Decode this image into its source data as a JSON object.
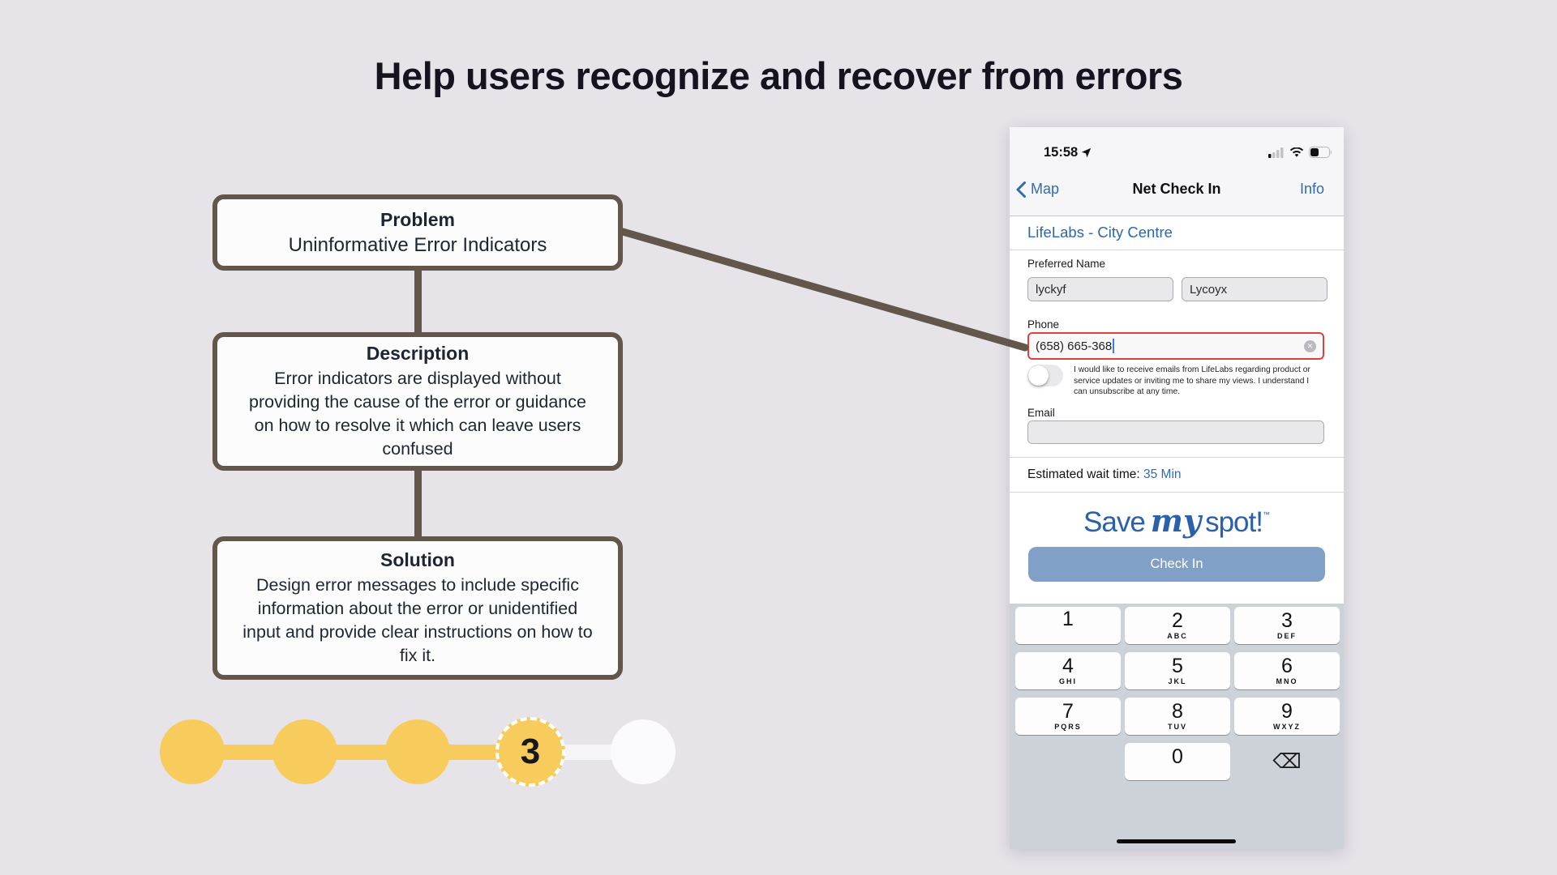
{
  "slide": {
    "title": "Help users recognize and recover from errors"
  },
  "flowchart": {
    "boxes": [
      {
        "heading": "Problem",
        "body": "Uninformative Error Indicators"
      },
      {
        "heading": "Description",
        "body": "Error indicators are displayed without providing the cause of the error or guidance on how to resolve it which can leave users confused"
      },
      {
        "heading": "Solution",
        "body": "Design error messages to include specific information about the error or unidentified input and provide clear instructions on how to fix it."
      }
    ],
    "progress": {
      "current_step_label": "3",
      "total_steps": 5,
      "current_index": 4
    }
  },
  "phone": {
    "status_bar": {
      "time": "15:58"
    },
    "nav": {
      "back_label": "Map",
      "title": "Net Check In",
      "right_label": "Info"
    },
    "location_link": "LifeLabs - City Centre",
    "form": {
      "preferred_name_label": "Preferred Name",
      "first_name_value": "lyckyf",
      "last_name_value": "Lycoyx",
      "phone_label": "Phone",
      "phone_value": "(658) 665-368",
      "consent_text": "I would like to receive emails from LifeLabs regarding product or service updates or inviting me to share my views. I understand I can unsubscribe at any time.",
      "email_label": "Email",
      "email_value": ""
    },
    "wait": {
      "label": "Estimated wait time: ",
      "value": "35 Min"
    },
    "logo": {
      "part1": "Save",
      "part2": "my",
      "part3": "spot!",
      "tm": "™"
    },
    "check_in_label": "Check In",
    "keypad": {
      "keys": [
        {
          "digit": "1",
          "letters": ""
        },
        {
          "digit": "2",
          "letters": "ABC"
        },
        {
          "digit": "3",
          "letters": "DEF"
        },
        {
          "digit": "4",
          "letters": "GHI"
        },
        {
          "digit": "5",
          "letters": "JKL"
        },
        {
          "digit": "6",
          "letters": "MNO"
        },
        {
          "digit": "7",
          "letters": "PQRS"
        },
        {
          "digit": "8",
          "letters": "TUV"
        },
        {
          "digit": "9",
          "letters": "WXYZ"
        },
        {
          "digit": "0",
          "letters": ""
        }
      ],
      "backspace_glyph": "⌫"
    }
  },
  "colors": {
    "page_background": "#e6e4e9",
    "box_border_brown": "#63564a",
    "progress_yellow": "#f8cc5c",
    "ios_link_blue": "#2e6bb2",
    "lifelabs_blue": "#2a67b1",
    "error_red": "#e0403d",
    "checkin_blue": "#80a0c7",
    "keypad_gray": "#cdd2d9"
  }
}
